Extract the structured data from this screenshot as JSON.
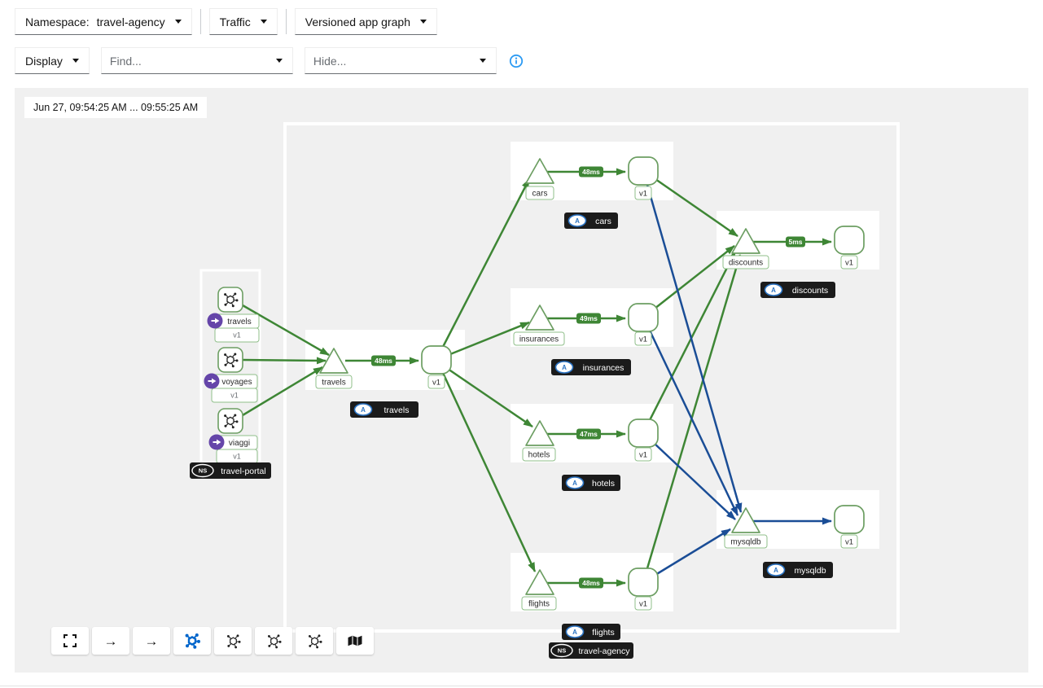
{
  "header": {
    "namespace_label": "Namespace:",
    "namespace_value": "travel-agency",
    "traffic_label": "Traffic",
    "graph_type_value": "Versioned app graph",
    "display_label": "Display",
    "find_placeholder": "Find...",
    "hide_placeholder": "Hide..."
  },
  "graph": {
    "time_range": "Jun 27, 09:54:25 AM ... 09:55:25 AM",
    "app_badge": "A",
    "ns_badge": "NS",
    "version": "v1",
    "namespaces": {
      "portal": "travel-portal",
      "agency": "travel-agency"
    },
    "portal_workloads": [
      {
        "name": "travels",
        "version": "v1"
      },
      {
        "name": "voyages",
        "version": "v1"
      },
      {
        "name": "viaggi",
        "version": "v1"
      }
    ],
    "apps": [
      {
        "service": "travels",
        "version": "v1",
        "latency": "48ms"
      },
      {
        "service": "cars",
        "version": "v1",
        "latency": "48ms"
      },
      {
        "service": "insurances",
        "version": "v1",
        "latency": "49ms"
      },
      {
        "service": "hotels",
        "version": "v1",
        "latency": "47ms"
      },
      {
        "service": "flights",
        "version": "v1",
        "latency": "48ms"
      },
      {
        "service": "discounts",
        "version": "v1",
        "latency": "5ms"
      },
      {
        "service": "mysqldb",
        "version": "v1",
        "latency": ""
      }
    ],
    "connections": [
      {
        "from": "travels workload",
        "to": "travels",
        "protocol": "http"
      },
      {
        "from": "voyages workload",
        "to": "travels",
        "protocol": "http"
      },
      {
        "from": "viaggi workload",
        "to": "travels",
        "protocol": "http"
      },
      {
        "from": "travels v1",
        "to": "cars",
        "protocol": "http",
        "latency": "48ms"
      },
      {
        "from": "travels v1",
        "to": "insurances",
        "protocol": "http",
        "latency": "49ms"
      },
      {
        "from": "travels v1",
        "to": "hotels",
        "protocol": "http",
        "latency": "47ms"
      },
      {
        "from": "travels v1",
        "to": "flights",
        "protocol": "http",
        "latency": "48ms"
      },
      {
        "from": "cars v1",
        "to": "discounts",
        "protocol": "http"
      },
      {
        "from": "insurances v1",
        "to": "discounts",
        "protocol": "http"
      },
      {
        "from": "hotels v1",
        "to": "discounts",
        "protocol": "http"
      },
      {
        "from": "flights v1",
        "to": "discounts",
        "protocol": "http"
      },
      {
        "from": "discounts",
        "to": "discounts v1",
        "protocol": "http",
        "latency": "5ms"
      },
      {
        "from": "cars v1",
        "to": "mysqldb",
        "protocol": "tcp"
      },
      {
        "from": "insurances v1",
        "to": "mysqldb",
        "protocol": "tcp"
      },
      {
        "from": "hotels v1",
        "to": "mysqldb",
        "protocol": "tcp"
      },
      {
        "from": "flights v1",
        "to": "mysqldb",
        "protocol": "tcp"
      },
      {
        "from": "mysqldb",
        "to": "mysqldb v1",
        "protocol": "tcp"
      }
    ],
    "colors": {
      "http_edge": "#3E8635",
      "tcp_edge": "#1A4D96",
      "node_border": "#6C9E62",
      "chip_bg": "#1B1B1B",
      "app_badge_blue": "#2B73C2",
      "source_badge_purple": "#6545A9",
      "active_toolbar_icon": "#0066CC",
      "canvas_bg": "#F0F0F0"
    }
  },
  "footer": {
    "buttons": [
      {
        "icon": "expand-icon"
      },
      {
        "icon": "arrow-right-icon"
      },
      {
        "icon": "arrow-right-icon"
      },
      {
        "icon": "topology-icon-active"
      },
      {
        "icon": "topology-icon"
      },
      {
        "icon": "topology-icon"
      },
      {
        "icon": "topology-icon"
      },
      {
        "icon": "map-icon"
      }
    ]
  }
}
